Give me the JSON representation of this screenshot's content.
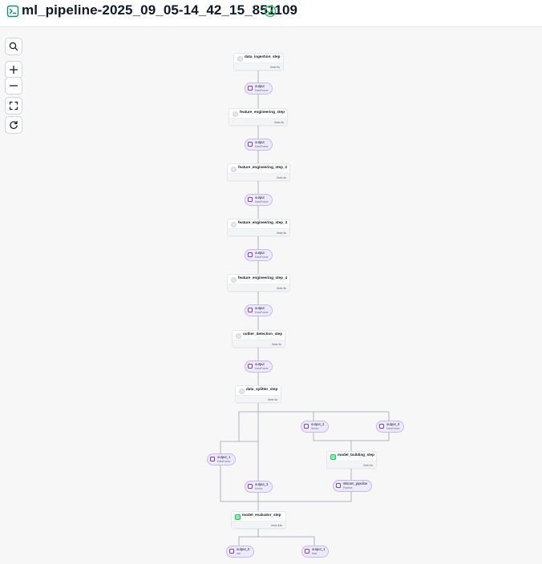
{
  "header": {
    "title": "ml_pipeline-2025_09_05-14_42_15_851109",
    "icon": "terminal-icon",
    "status_icon": "check-circle-icon",
    "status_color": "#22c55e"
  },
  "toolbar": {
    "search_icon": "search-icon",
    "zoom_in_icon": "plus-icon",
    "zoom_out_icon": "minus-icon",
    "fit_view_icon": "fullscreen-icon",
    "refresh_icon": "refresh-icon"
  },
  "steps": [
    {
      "id": "s1",
      "name": "data_ingestion_step",
      "time": "0min 9s",
      "status": "initializing"
    },
    {
      "id": "s2",
      "name": "feature_engineering_step",
      "time": "0min 3s",
      "status": "initializing"
    },
    {
      "id": "s3",
      "name": "feature_engineering_step_2",
      "time": "0min 4s",
      "status": "initializing"
    },
    {
      "id": "s4",
      "name": "feature_engineering_step_3",
      "time": "0min 3s",
      "status": "initializing"
    },
    {
      "id": "s5",
      "name": "feature_engineering_step_4",
      "time": "0min 3s",
      "status": "initializing"
    },
    {
      "id": "s6",
      "name": "outlier_detection_step",
      "time": "0min 3s",
      "status": "initializing"
    },
    {
      "id": "s7",
      "name": "data_splitter_step",
      "time": "0min 4s",
      "status": "initializing"
    },
    {
      "id": "s8",
      "name": "model_building_step",
      "time": "0min 4s",
      "status": "completed"
    },
    {
      "id": "s9",
      "name": "model_evaluator_step",
      "time": "0min 44s",
      "status": "completed"
    }
  ],
  "artifacts": [
    {
      "id": "a1",
      "name": "output",
      "type": "DataFrame"
    },
    {
      "id": "a2",
      "name": "output",
      "type": "DataFrame"
    },
    {
      "id": "a3",
      "name": "output",
      "type": "DataFrame"
    },
    {
      "id": "a4",
      "name": "output",
      "type": "DataFrame"
    },
    {
      "id": "a5",
      "name": "output",
      "type": "DataFrame"
    },
    {
      "id": "a6",
      "name": "output",
      "type": "DataFrame"
    },
    {
      "id": "a7",
      "name": "output_2",
      "type": "Series"
    },
    {
      "id": "a8",
      "name": "output_0",
      "type": "DataFrame"
    },
    {
      "id": "a9",
      "name": "output_1",
      "type": "DataFrame"
    },
    {
      "id": "a10",
      "name": "output_3",
      "type": "Series"
    },
    {
      "id": "a11",
      "name": "sklearn_pipeline",
      "type": "Pipeline"
    },
    {
      "id": "a12",
      "name": "output_0",
      "type": "dict"
    },
    {
      "id": "a13",
      "name": "output_1",
      "type": "float"
    }
  ],
  "colors": {
    "canvas_bg": "#f7f7f8",
    "artifact_fill": "#efe9fd",
    "artifact_border": "#c4b5fd",
    "edge": "#9ca3af"
  }
}
